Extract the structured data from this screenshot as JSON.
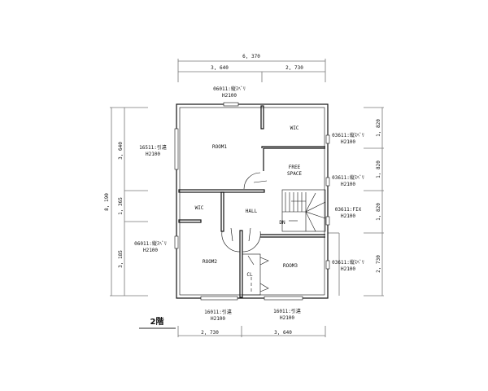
{
  "dimensions": {
    "top_total": "6, 370",
    "top_left": "3, 640",
    "top_right": "2, 730",
    "left_total": "8, 190",
    "left_top": "3, 640",
    "left_mid": "1, 365",
    "left_bottom": "3, 185",
    "right_1": "1, 820",
    "right_2": "1, 820",
    "right_3": "1, 820",
    "right_4": "2, 730",
    "bottom_left": "2, 730",
    "bottom_right": "3, 640"
  },
  "rooms": {
    "room1": "ROOM1",
    "wic1": "WIC",
    "free_space_1": "FREE",
    "free_space_2": "SPACE",
    "wic2": "WIC",
    "hall": "HALL",
    "dn": "DN",
    "room2": "ROOM2",
    "room3": "ROOM3",
    "closet": "CL"
  },
  "windows": {
    "top": [
      "06011:縦ｽﾍﾞﾘ",
      "H2100"
    ],
    "left_upper": [
      "16511:引違",
      "H2100"
    ],
    "left_lower": [
      "06011:縦ｽﾍﾞﾘ",
      "H2100"
    ],
    "right_1": [
      "03611:縦ｽﾍﾞﾘ",
      "H2100"
    ],
    "right_2": [
      "03611:縦ｽﾍﾞﾘ",
      "H2100"
    ],
    "right_3": [
      "03611:FIX",
      "H2100"
    ],
    "right_4": [
      "03611:縦ｽﾍﾞﾘ",
      "H2100"
    ],
    "bottom_left": [
      "16011:引違",
      "H2100"
    ],
    "bottom_right": [
      "16011:引違",
      "H2100"
    ]
  },
  "floor_label": "2階"
}
